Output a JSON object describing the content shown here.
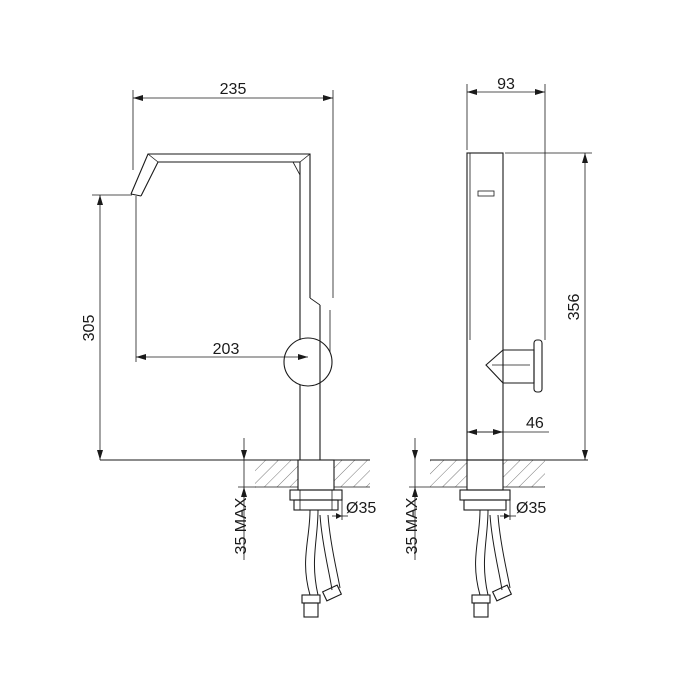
{
  "dimensions": {
    "front_width": "235",
    "front_height": "305",
    "front_reach": "203",
    "front_pipe": "Ø35",
    "front_max": "35 MAX",
    "side_width": "93",
    "side_height": "356",
    "side_offset": "46",
    "side_pipe": "Ø35",
    "side_max": "35 MAX"
  },
  "colors": {
    "line": "#1a1a1a",
    "background": "#ffffff"
  }
}
